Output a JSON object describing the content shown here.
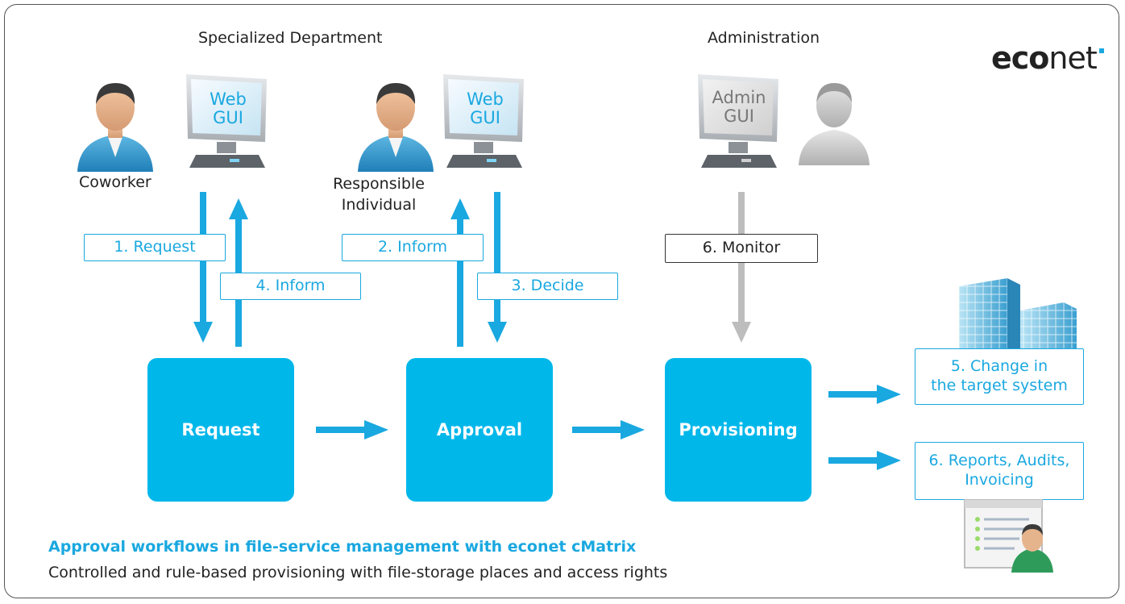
{
  "headers": {
    "specialized_department": "Specialized Department",
    "administration": "Administration"
  },
  "logo": {
    "bold": "eco",
    "light": "net"
  },
  "actors": {
    "coworker": "Coworker",
    "responsible_line1": "Responsible",
    "responsible_line2": "Individual"
  },
  "monitors": {
    "web1_line1": "Web",
    "web1_line2": "GUI",
    "web2_line1": "Web",
    "web2_line2": "GUI",
    "admin_line1": "Admin",
    "admin_line2": "GUI"
  },
  "steps": {
    "request": "1. Request",
    "inform2": "2. Inform",
    "decide": "3. Decide",
    "inform4": "4. Inform",
    "change_line1": "5. Change in",
    "change_line2": "the target system",
    "monitor": "6. Monitor",
    "reports_line1": "6. Reports, Audits,",
    "reports_line2": "Invoicing"
  },
  "process": {
    "request": "Request",
    "approval": "Approval",
    "provisioning": "Provisioning"
  },
  "caption": {
    "title": "Approval workflows in file-service management with econet cMatrix",
    "subtitle": "Controlled and rule-based provisioning with file-storage places and access rights"
  },
  "colors": {
    "accent": "#00b7ea",
    "arrow_blue": "#1aa8e0",
    "arrow_gray": "#bdbdbd"
  }
}
